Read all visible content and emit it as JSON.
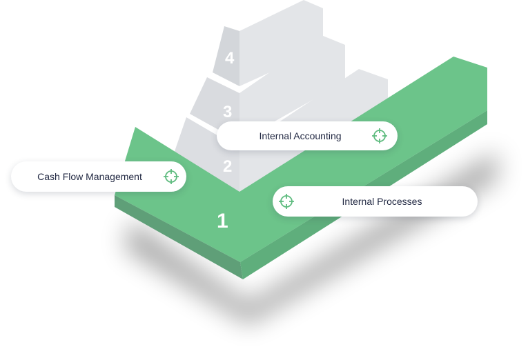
{
  "steps": [
    "1",
    "2",
    "3",
    "4"
  ],
  "labels": {
    "cash_flow": "Cash Flow Management",
    "internal_accounting": "Internal Accounting",
    "internal_processes": "Internal Processes"
  },
  "icons": {
    "target": "target-crosshair-icon"
  },
  "colors": {
    "green_top": "#6cc48a",
    "green_side": "#5fa97a",
    "gray_step": "#e3e5e8",
    "gray_side": "#d5d8dc",
    "text": "#1f2640"
  }
}
